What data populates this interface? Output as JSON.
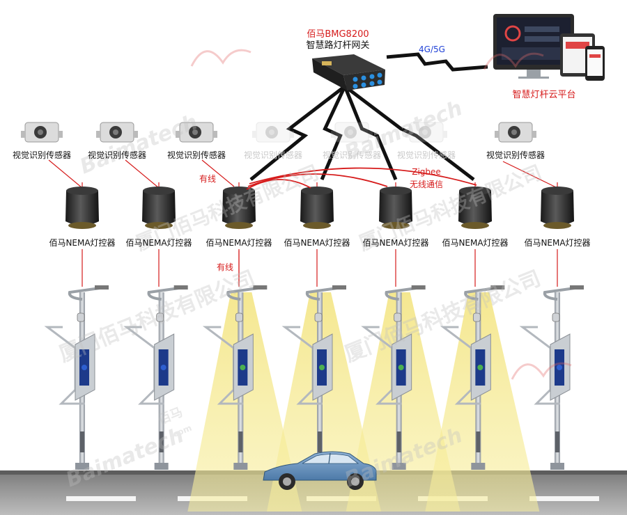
{
  "gateway": {
    "model": "佰马BMG8200",
    "name": "智慧路灯杆网关"
  },
  "network": {
    "label": "4G/5G"
  },
  "cloud": {
    "name": "智慧灯杆云平台"
  },
  "wireless": {
    "protocol": "Zigbee",
    "desc": "无线通信"
  },
  "wired": {
    "label_top": "有线",
    "label_bottom": "有线"
  },
  "sensors": [
    {
      "label": "视觉识别传感器",
      "faded": false
    },
    {
      "label": "视觉识别传感器",
      "faded": false
    },
    {
      "label": "视觉识别传感器",
      "faded": false
    },
    {
      "label": "视觉识别传感器",
      "faded": true
    },
    {
      "label": "视觉识别传感器",
      "faded": true
    },
    {
      "label": "视觉识别传感器",
      "faded": true
    },
    {
      "label": "视觉识别传感器",
      "faded": false
    }
  ],
  "controllers": [
    {
      "label": "佰马NEMA灯控器"
    },
    {
      "label": "佰马NEMA灯控器"
    },
    {
      "label": "佰马NEMA灯控器"
    },
    {
      "label": "佰马NEMA灯控器"
    },
    {
      "label": "佰马NEMA灯控器"
    },
    {
      "label": "佰马NEMA灯控器"
    },
    {
      "label": "佰马NEMA灯控器"
    }
  ],
  "poles": [
    {
      "lit": false
    },
    {
      "lit": false
    },
    {
      "lit": true
    },
    {
      "lit": true
    },
    {
      "lit": true
    },
    {
      "lit": true
    },
    {
      "lit": false
    }
  ],
  "watermark": {
    "company": "厦门佰马科技有限公司",
    "brand": "Baimatech",
    "cn": "佰马",
    "domain": ".com"
  },
  "colors": {
    "accent": "#d61b1b",
    "link_blue": "#1d3fd6",
    "light_beam": "#f2e27a"
  }
}
